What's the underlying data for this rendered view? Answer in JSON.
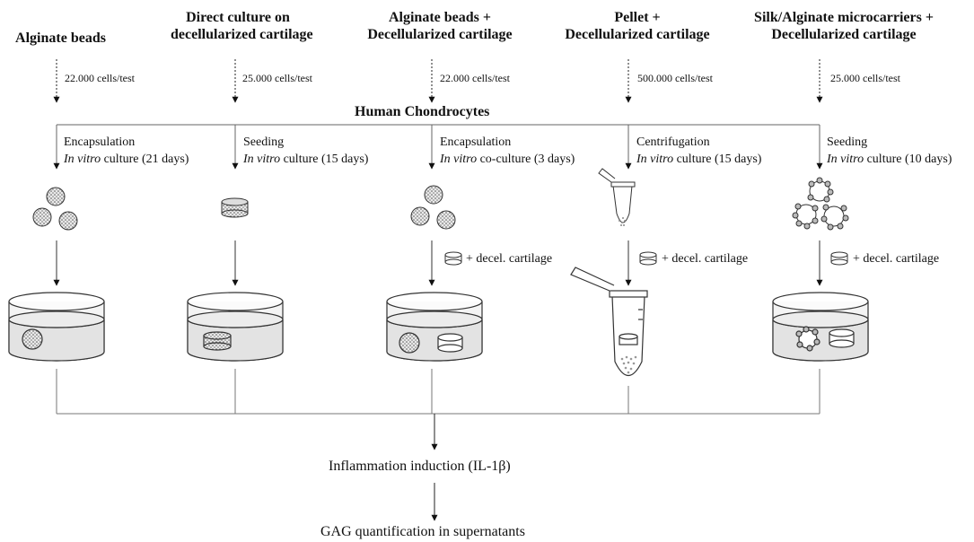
{
  "columns": [
    {
      "id": "c1",
      "title_lines": [
        "Alginate beads"
      ],
      "cells": "22.000 cells/test",
      "method": "Encapsulation",
      "culture_prefix": "In vitro",
      "culture_suffix": " culture (21 days)",
      "decel_label": ""
    },
    {
      "id": "c2",
      "title_lines": [
        "Direct culture on",
        "decellularized cartilage"
      ],
      "cells": "25.000 cells/test",
      "method": "Seeding",
      "culture_prefix": "In vitro",
      "culture_suffix": " culture (15 days)",
      "decel_label": ""
    },
    {
      "id": "c3",
      "title_lines": [
        "Alginate beads +",
        "Decellularized cartilage"
      ],
      "cells": "22.000 cells/test",
      "method": "Encapsulation",
      "culture_prefix": "In vitro",
      "culture_suffix": " co-culture (3 days)",
      "decel_label": "+ decel. cartilage"
    },
    {
      "id": "c4",
      "title_lines": [
        "Pellet +",
        "Decellularized cartilage"
      ],
      "cells": "500.000 cells/test",
      "method": "Centrifugation",
      "culture_prefix": "In vitro",
      "culture_suffix": " culture (15 days)",
      "decel_label": "+ decel. cartilage"
    },
    {
      "id": "c5",
      "title_lines": [
        "Silk/Alginate microcarriers +",
        "Decellularized cartilage"
      ],
      "cells": "25.000 cells/test",
      "method": "Seeding",
      "culture_prefix": "In vitro",
      "culture_suffix": " culture (10 days)",
      "decel_label": "+ decel. cartilage"
    }
  ],
  "source": "Human Chondrocytes",
  "inflammation": "Inflammation induction (IL-1β)",
  "quantification": "GAG quantification in supernatants",
  "colors": {
    "line": "#555555",
    "stroke": "#333333",
    "liquid": "#e6e6e6",
    "well": "#f4f4f4",
    "bead": "#cfcfcf"
  }
}
